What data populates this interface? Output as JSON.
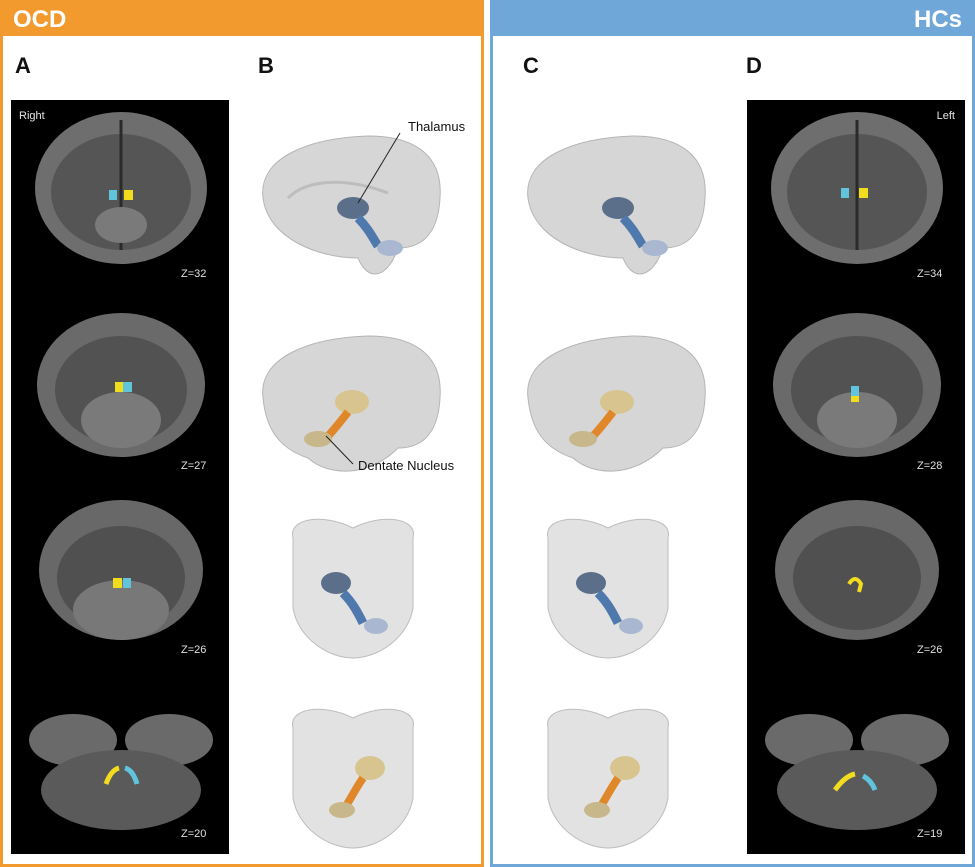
{
  "groups": {
    "ocd": "OCD",
    "hcs": "HCs"
  },
  "panels": {
    "a": "A",
    "b": "B",
    "c": "C",
    "d": "D"
  },
  "side_labels": {
    "right": "Right",
    "left": "Left"
  },
  "slices_ocd": [
    "Z=32",
    "Z=27",
    "Z=26",
    "Z=20"
  ],
  "slices_hcs": [
    "Z=34",
    "Z=28",
    "Z=26",
    "Z=19"
  ],
  "annotations": {
    "thalamus": "Thalamus",
    "dentate": "Dentate Nucleus"
  },
  "colors": {
    "ocd": "#f29a2e",
    "hcs": "#6fa7d8",
    "blue_tract": "#4f79ad",
    "orange_tract": "#e0872a",
    "cyan": "#5fc4dc",
    "yellow": "#f2dc1e"
  }
}
